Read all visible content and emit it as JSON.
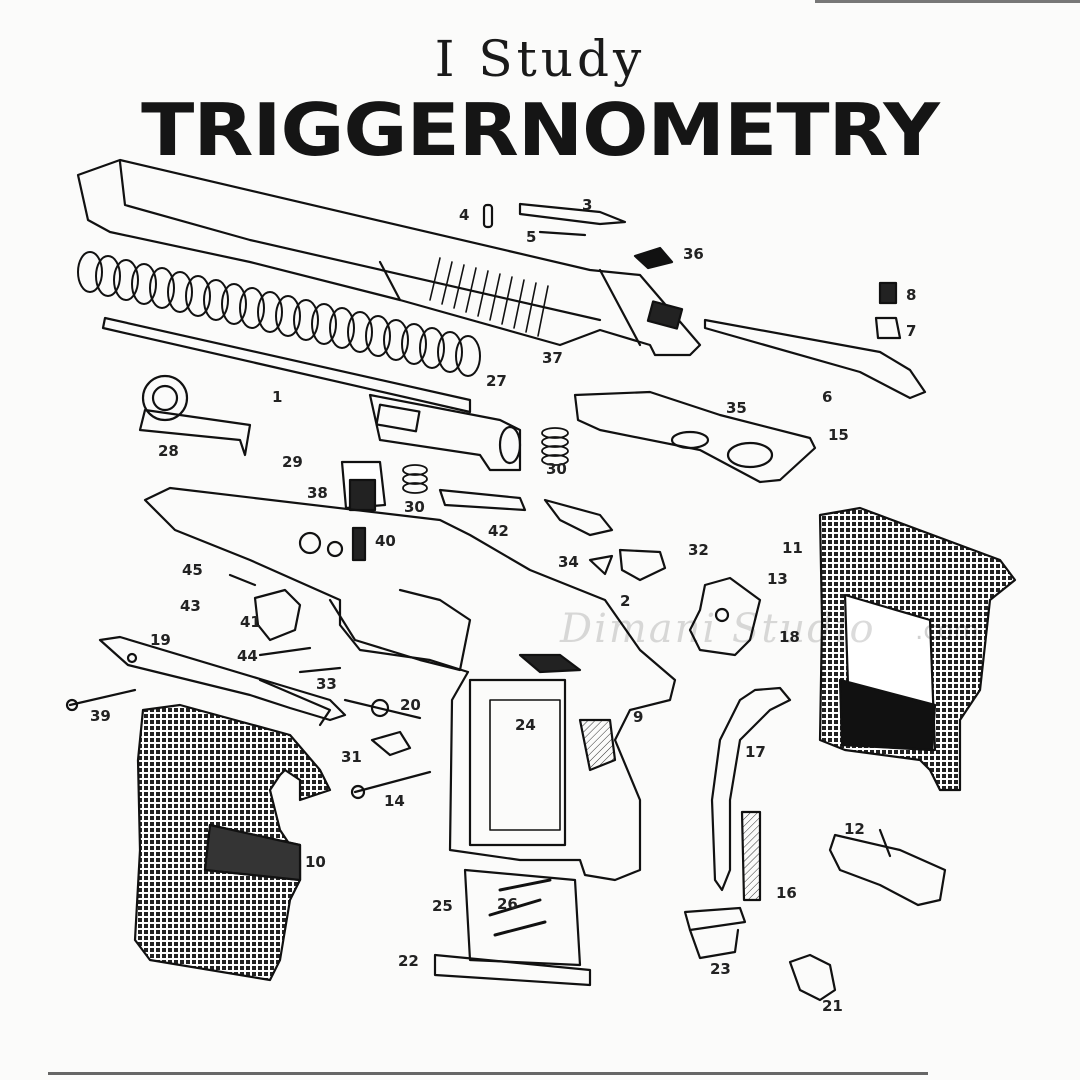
{
  "header": {
    "line1": "I Study",
    "line2": "TRIGGERNOMETRY"
  },
  "watermark": {
    "main": "Dimani Studio",
    "suffix": ".com"
  },
  "parts": [
    {
      "id": "p1",
      "label": "1"
    },
    {
      "id": "p2",
      "label": "2"
    },
    {
      "id": "p3",
      "label": "3"
    },
    {
      "id": "p4",
      "label": "4"
    },
    {
      "id": "p5",
      "label": "5"
    },
    {
      "id": "p6",
      "label": "6"
    },
    {
      "id": "p7",
      "label": "7"
    },
    {
      "id": "p8",
      "label": "8"
    },
    {
      "id": "p9",
      "label": "9"
    },
    {
      "id": "p10",
      "label": "10"
    },
    {
      "id": "p11",
      "label": "11"
    },
    {
      "id": "p12",
      "label": "12"
    },
    {
      "id": "p13",
      "label": "13"
    },
    {
      "id": "p14",
      "label": "14"
    },
    {
      "id": "p15",
      "label": "15"
    },
    {
      "id": "p16",
      "label": "16"
    },
    {
      "id": "p17",
      "label": "17"
    },
    {
      "id": "p18",
      "label": "18"
    },
    {
      "id": "p19",
      "label": "19"
    },
    {
      "id": "p20",
      "label": "20"
    },
    {
      "id": "p21",
      "label": "21"
    },
    {
      "id": "p22",
      "label": "22"
    },
    {
      "id": "p23",
      "label": "23"
    },
    {
      "id": "p24",
      "label": "24"
    },
    {
      "id": "p25",
      "label": "25"
    },
    {
      "id": "p26",
      "label": "26"
    },
    {
      "id": "p27",
      "label": "27"
    },
    {
      "id": "p28",
      "label": "28"
    },
    {
      "id": "p29",
      "label": "29"
    },
    {
      "id": "p30a",
      "label": "30"
    },
    {
      "id": "p30b",
      "label": "30"
    },
    {
      "id": "p31",
      "label": "31"
    },
    {
      "id": "p32",
      "label": "32"
    },
    {
      "id": "p33",
      "label": "33"
    },
    {
      "id": "p34",
      "label": "34"
    },
    {
      "id": "p35",
      "label": "35"
    },
    {
      "id": "p36",
      "label": "36"
    },
    {
      "id": "p37",
      "label": "37"
    },
    {
      "id": "p38",
      "label": "38"
    },
    {
      "id": "p39",
      "label": "39"
    },
    {
      "id": "p40",
      "label": "40"
    },
    {
      "id": "p41",
      "label": "41"
    },
    {
      "id": "p43",
      "label": "43"
    },
    {
      "id": "p42",
      "label": "42"
    },
    {
      "id": "p44",
      "label": "44"
    },
    {
      "id": "p45",
      "label": "45"
    }
  ]
}
